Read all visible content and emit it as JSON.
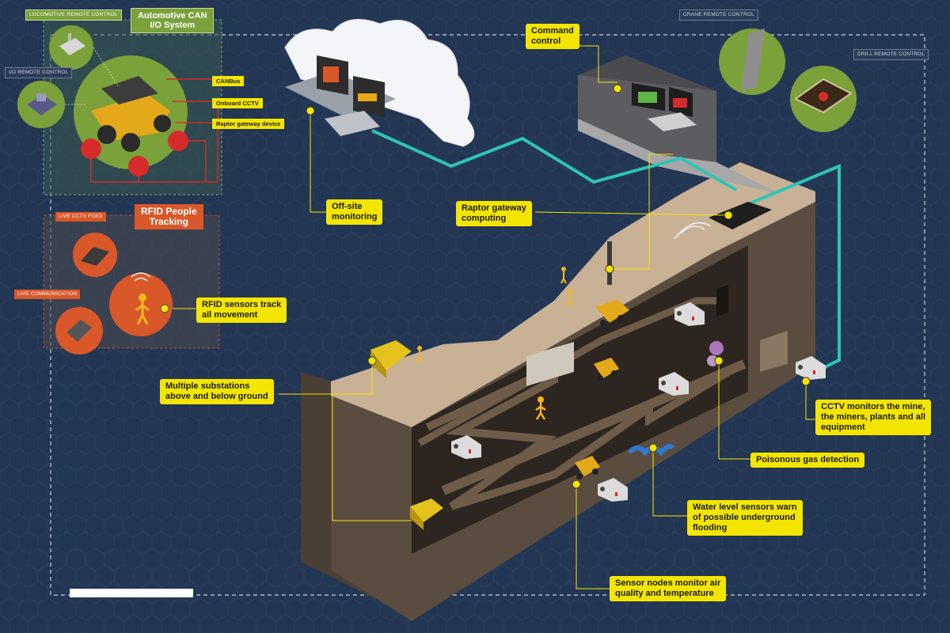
{
  "panels": {
    "can": {
      "title": "Automotive CAN\nI/O System"
    },
    "rfid": {
      "title": "RFID People\nTracking"
    }
  },
  "small_labels": {
    "locomotive": "LOCOMOTIVE\nREMOTE CONTROL",
    "io_remote": "I/O REMOTE\nCONTROL",
    "crane_remote": "CRANE REMOTE\nCONTROL",
    "drill_remote": "DRILL REMOTE\nCONTROL",
    "live_cctv": "LIVE CCTV\nFEED",
    "live_comm": "LIVE\nCOMMUNICATION"
  },
  "sub_labels": {
    "canbus": "CANBus",
    "onboard_cctv": "Onboard CCTV",
    "raptor_device": "Raptor gateway device"
  },
  "callouts": {
    "command_control": "Command\ncontrol",
    "offsite_monitoring": "Off-site\nmonitoring",
    "raptor_computing": "Raptor gateway\ncomputing",
    "rfid_track": "RFID sensors track\nall movement",
    "substations": "Multiple substations\nabove and below ground",
    "cctv_monitors": "CCTV monitors the mine,\nthe miners, plants and all\nequipment",
    "gas_detection": "Poisonous gas detection",
    "water_level": "Water level sensors warn\nof possible underground\nflooding",
    "sensor_nodes": "Sensor nodes monitor air\nquality and temperature"
  },
  "colors": {
    "background": "#233653",
    "callout": "#f3e500",
    "network_line": "#2ec4b6",
    "panel_green": "#7ba13a",
    "panel_orange": "#d9582a",
    "ground_top": "#c9b196",
    "ground_side": "#5a4d40",
    "tunnel": "#2d2620"
  }
}
